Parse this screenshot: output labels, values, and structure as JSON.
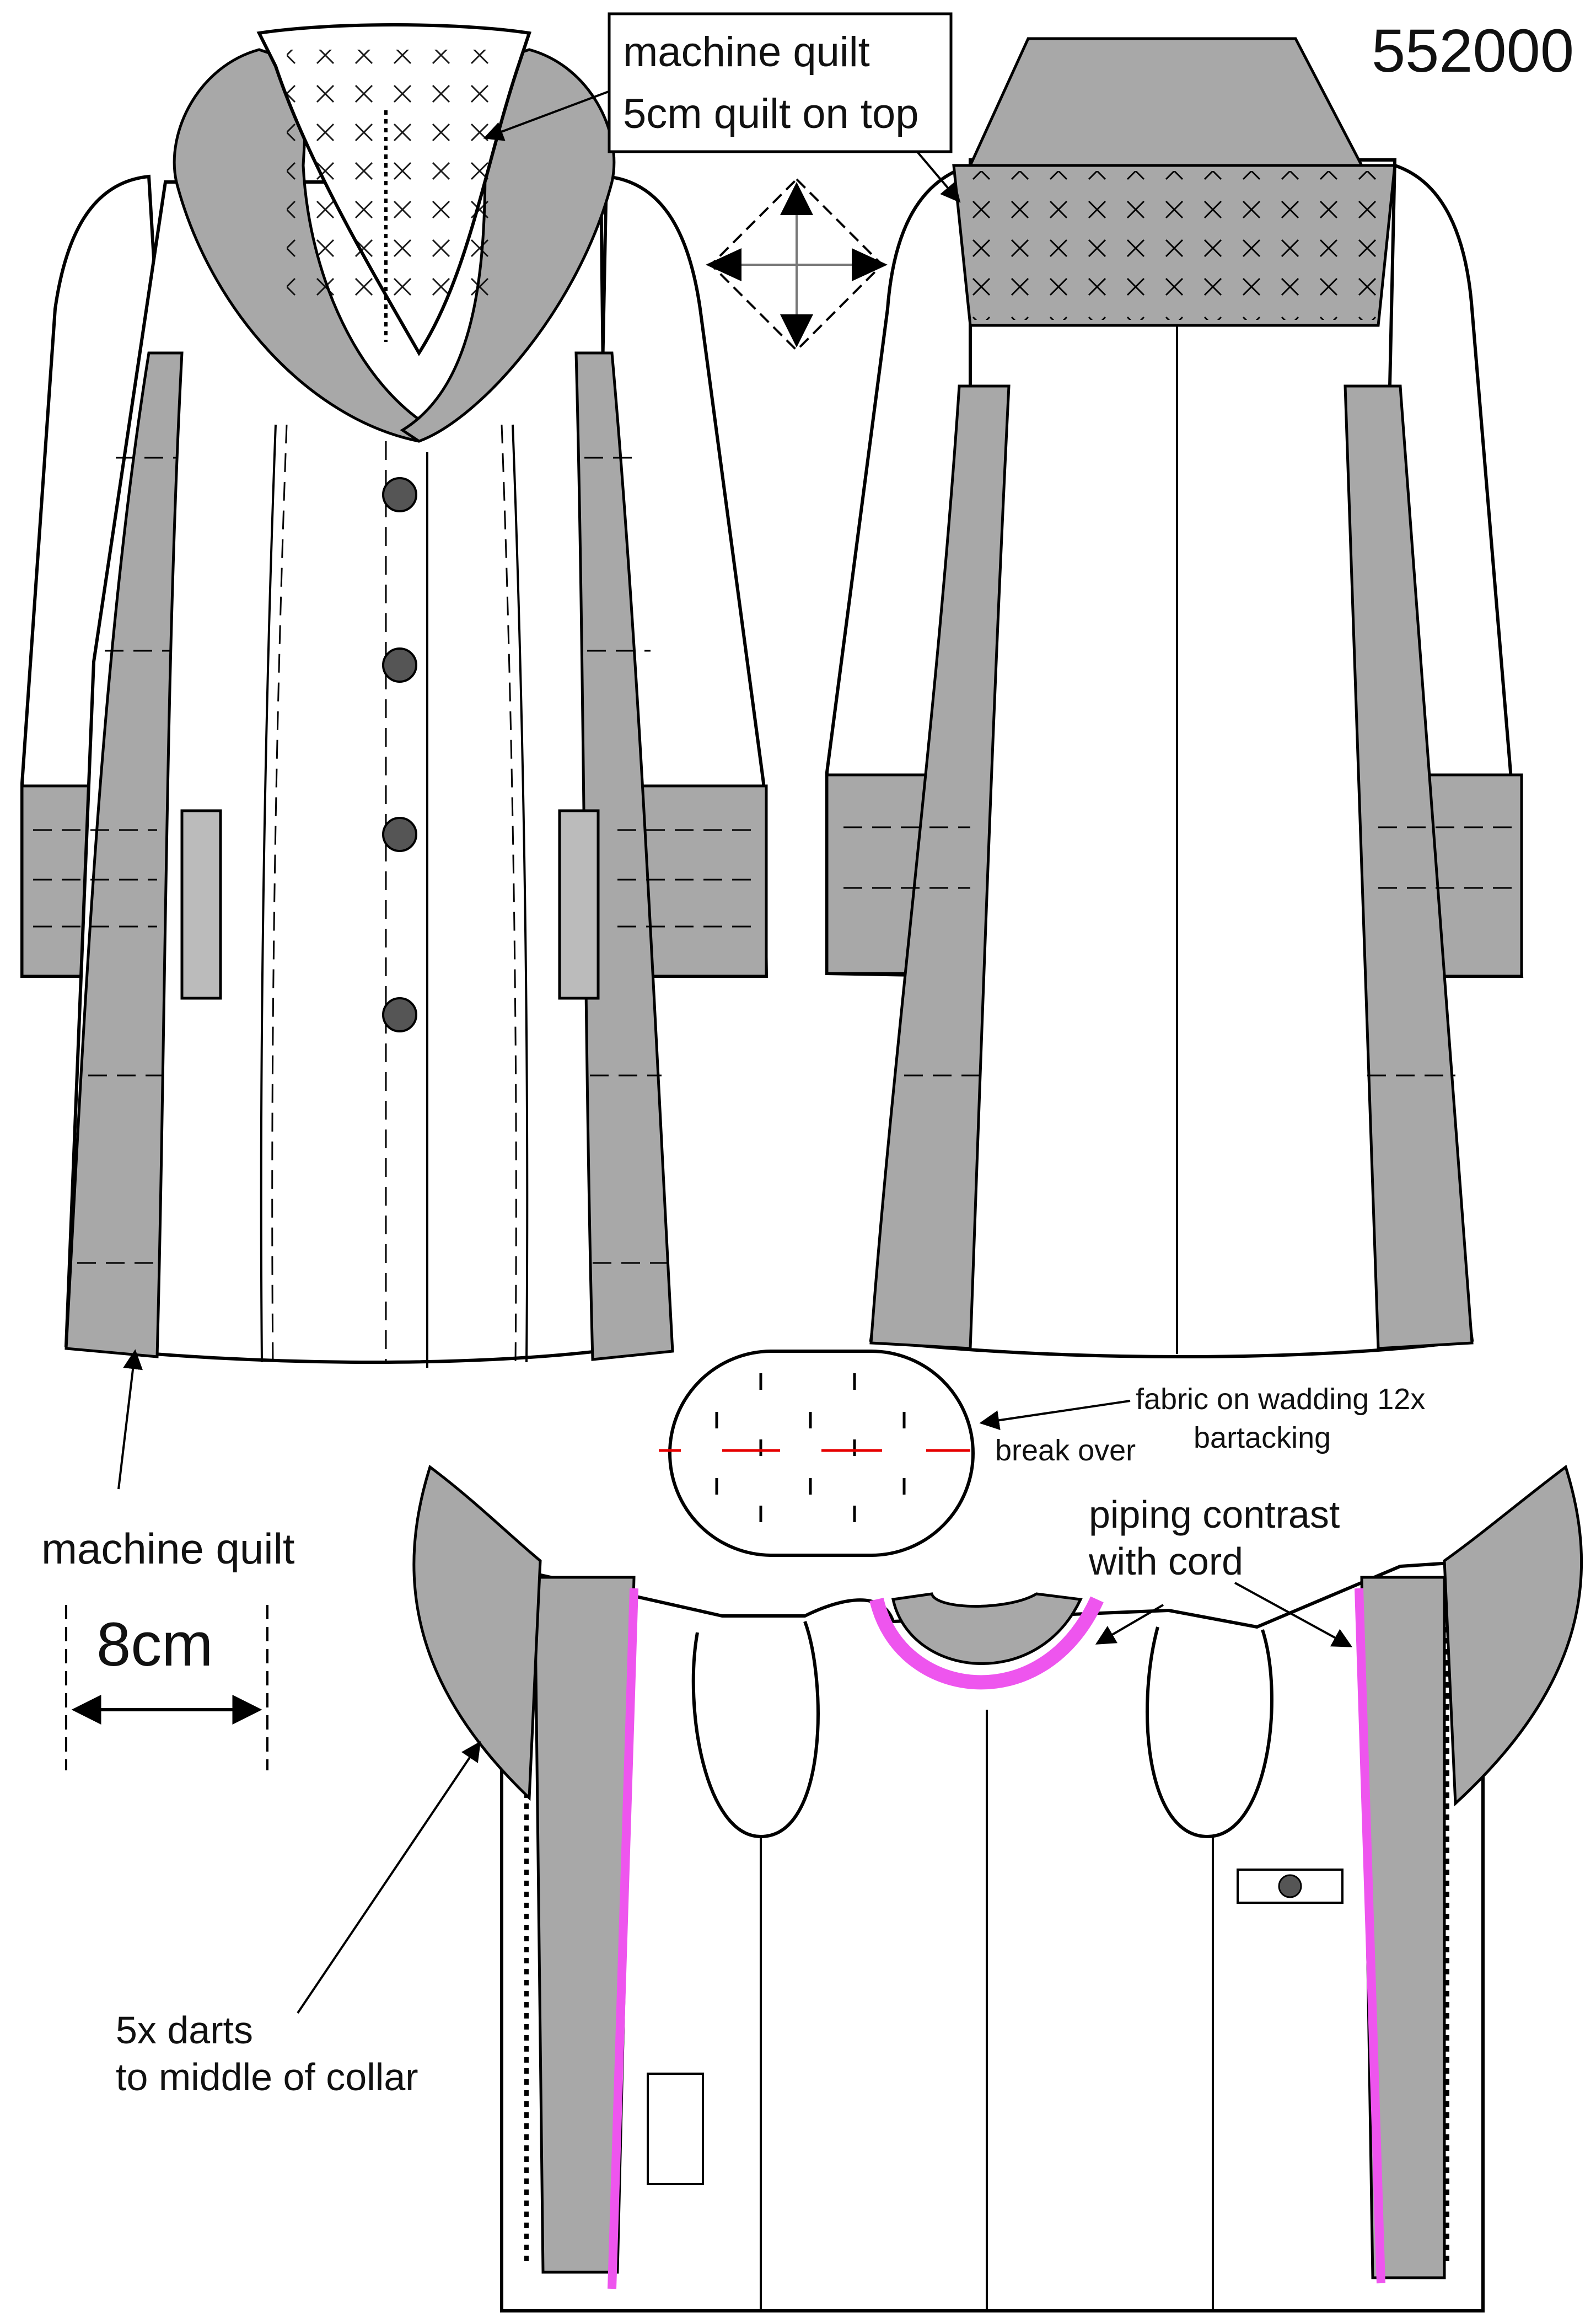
{
  "style_number": "552000",
  "annotations": {
    "machine_quilt_top_line1": "machine quilt",
    "machine_quilt_top_line2": "5cm quilt on top",
    "machine_quilt_side": "machine quilt",
    "measure": "8cm",
    "darts_line1": "5x darts",
    "darts_line2": "to middle of collar",
    "fabric_line1": "fabric on wadding 12x",
    "fabric_line2": "bartacking",
    "break_over": "break over",
    "piping_line1": "piping contrast",
    "piping_line2": "with cord"
  },
  "colors": {
    "panel_grey": "#a8a8a8",
    "outline": "#000000",
    "piping_pink": "#ee55ee",
    "break_line_red": "#e60000",
    "button": "#555555"
  },
  "icons": [
    "grain-direction-arrows-icon",
    "button-icon",
    "bartack-icon"
  ]
}
